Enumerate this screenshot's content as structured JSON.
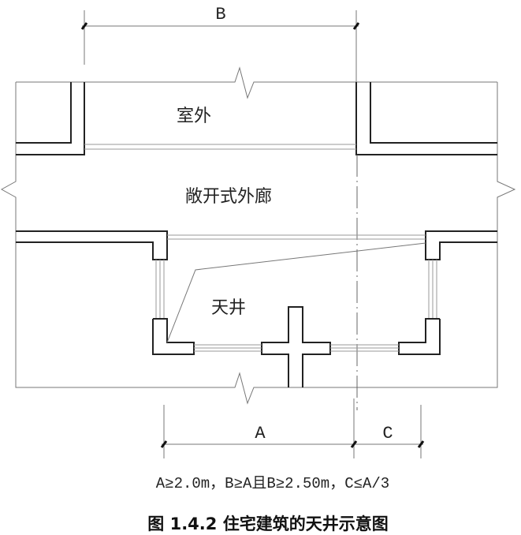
{
  "labels": {
    "outdoor": "室外",
    "open_corridor": "敞开式外廊",
    "light_well": "天井"
  },
  "dimensions": {
    "b": "B",
    "a": "A",
    "c": "C"
  },
  "formula": "A≥2.0m，B≥A且B≥2.50m，C≤A/3",
  "caption": "图 1.4.2 住宅建筑的天井示意图"
}
